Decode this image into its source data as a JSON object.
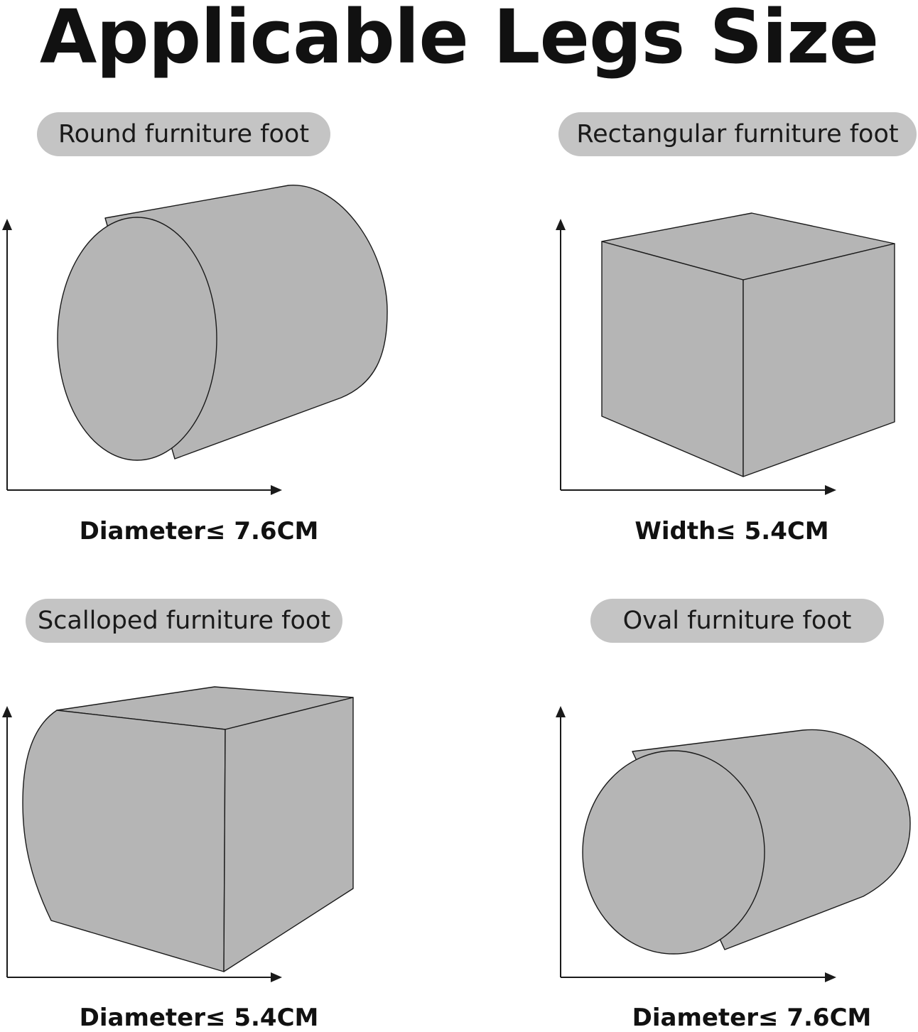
{
  "title": "Applicable Legs Size",
  "panels": [
    {
      "label": "Round furniture foot",
      "spec": "Diameter≤ 7.6CM",
      "shape_icon": "cylinder-icon"
    },
    {
      "label": "Rectangular furniture foot",
      "spec": "Width≤ 5.4CM",
      "shape_icon": "cube-icon"
    },
    {
      "label": "Scalloped furniture foot",
      "spec": "Diameter≤ 5.4CM",
      "shape_icon": "scalloped-block-icon"
    },
    {
      "label": "Oval furniture foot",
      "spec": "Diameter≤ 7.6CM",
      "shape_icon": "oval-cylinder-icon"
    }
  ],
  "colors": {
    "pill": "#c4c4c4",
    "shape_fill": "#b5b5b5",
    "outline": "#1a1a1a"
  }
}
